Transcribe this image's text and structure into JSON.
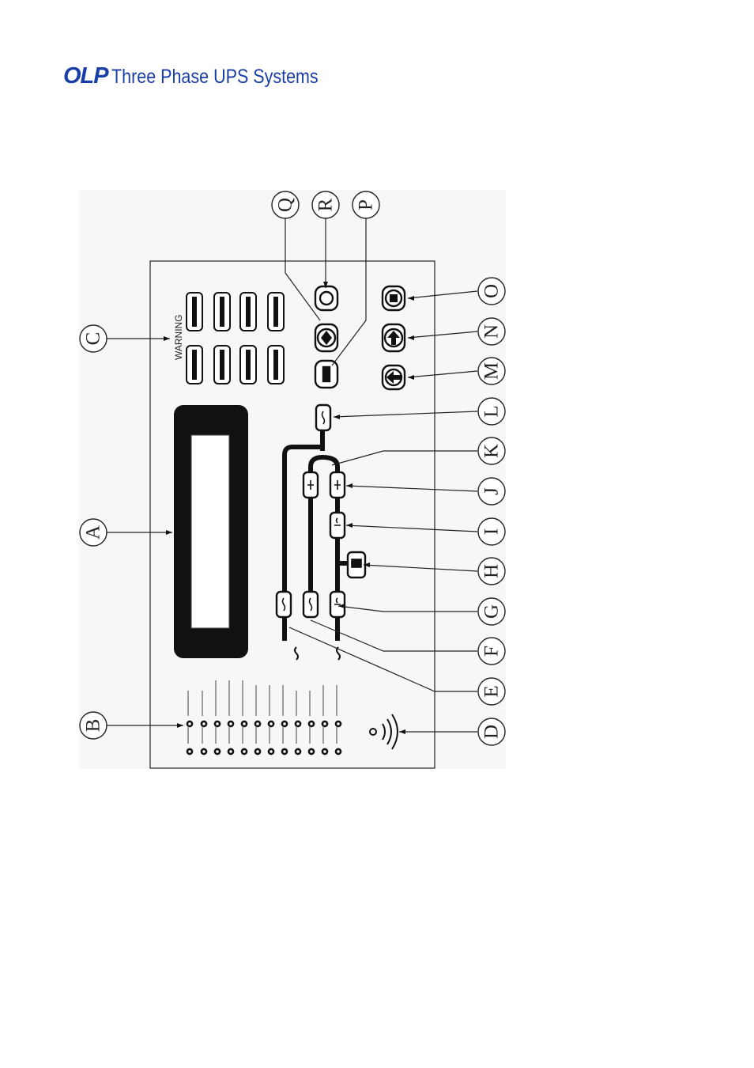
{
  "header": {
    "brand": "OLP",
    "title": "Three Phase UPS Systems"
  },
  "diagram": {
    "warning_label": "WARNING",
    "callouts": [
      "A",
      "B",
      "C",
      "D",
      "E",
      "F",
      "G",
      "H",
      "I",
      "J",
      "K",
      "L",
      "M",
      "N",
      "O",
      "P",
      "Q",
      "R"
    ]
  }
}
